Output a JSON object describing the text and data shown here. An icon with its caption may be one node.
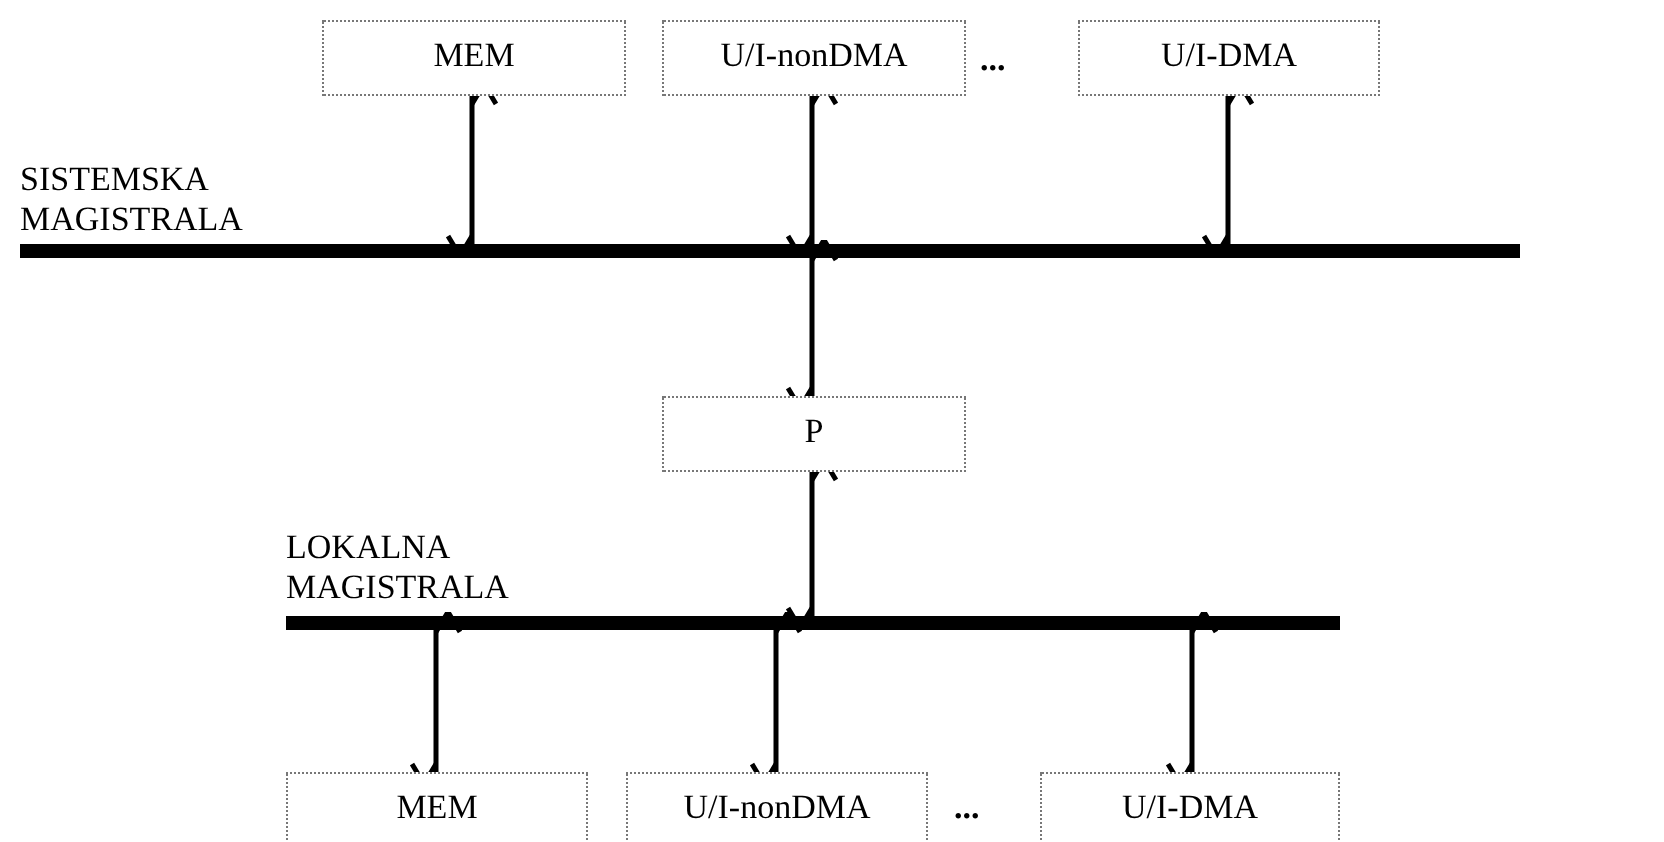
{
  "diagram": {
    "nodes": [
      {
        "text": [
          "MEM"
        ]
      },
      {
        "text": [
          "U/I-nonDMA"
        ]
      },
      {
        "text": [
          "U/I-DMA"
        ]
      },
      {
        "text": [],
        "shape": "bar",
        "beside": [
          "SISTEMSKA MAGISTRALA"
        ]
      },
      {
        "text": [
          "P"
        ]
      },
      {
        "text": [],
        "shape": "bar",
        "beside": [
          "LOKALNA MAGISTRALA"
        ]
      },
      {
        "text": [
          "MEM"
        ]
      },
      {
        "text": [
          "U/I-nonDMA"
        ]
      },
      {
        "text": [
          "U/I-DMA"
        ]
      }
    ],
    "edges": [
      {
        "from": 0,
        "to": 3,
        "arrow": "both"
      },
      {
        "from": 1,
        "to": 3,
        "arrow": "both"
      },
      {
        "from": 2,
        "to": 3,
        "arrow": "both"
      },
      {
        "from": 3,
        "to": 4,
        "arrow": "both"
      },
      {
        "from": 4,
        "to": 5,
        "arrow": "both"
      },
      {
        "from": 5,
        "to": 6,
        "arrow": "both"
      },
      {
        "from": 5,
        "to": 7,
        "arrow": "both"
      },
      {
        "from": 5,
        "to": 8,
        "arrow": "both"
      }
    ],
    "labels": [
      "...",
      "..."
    ]
  }
}
